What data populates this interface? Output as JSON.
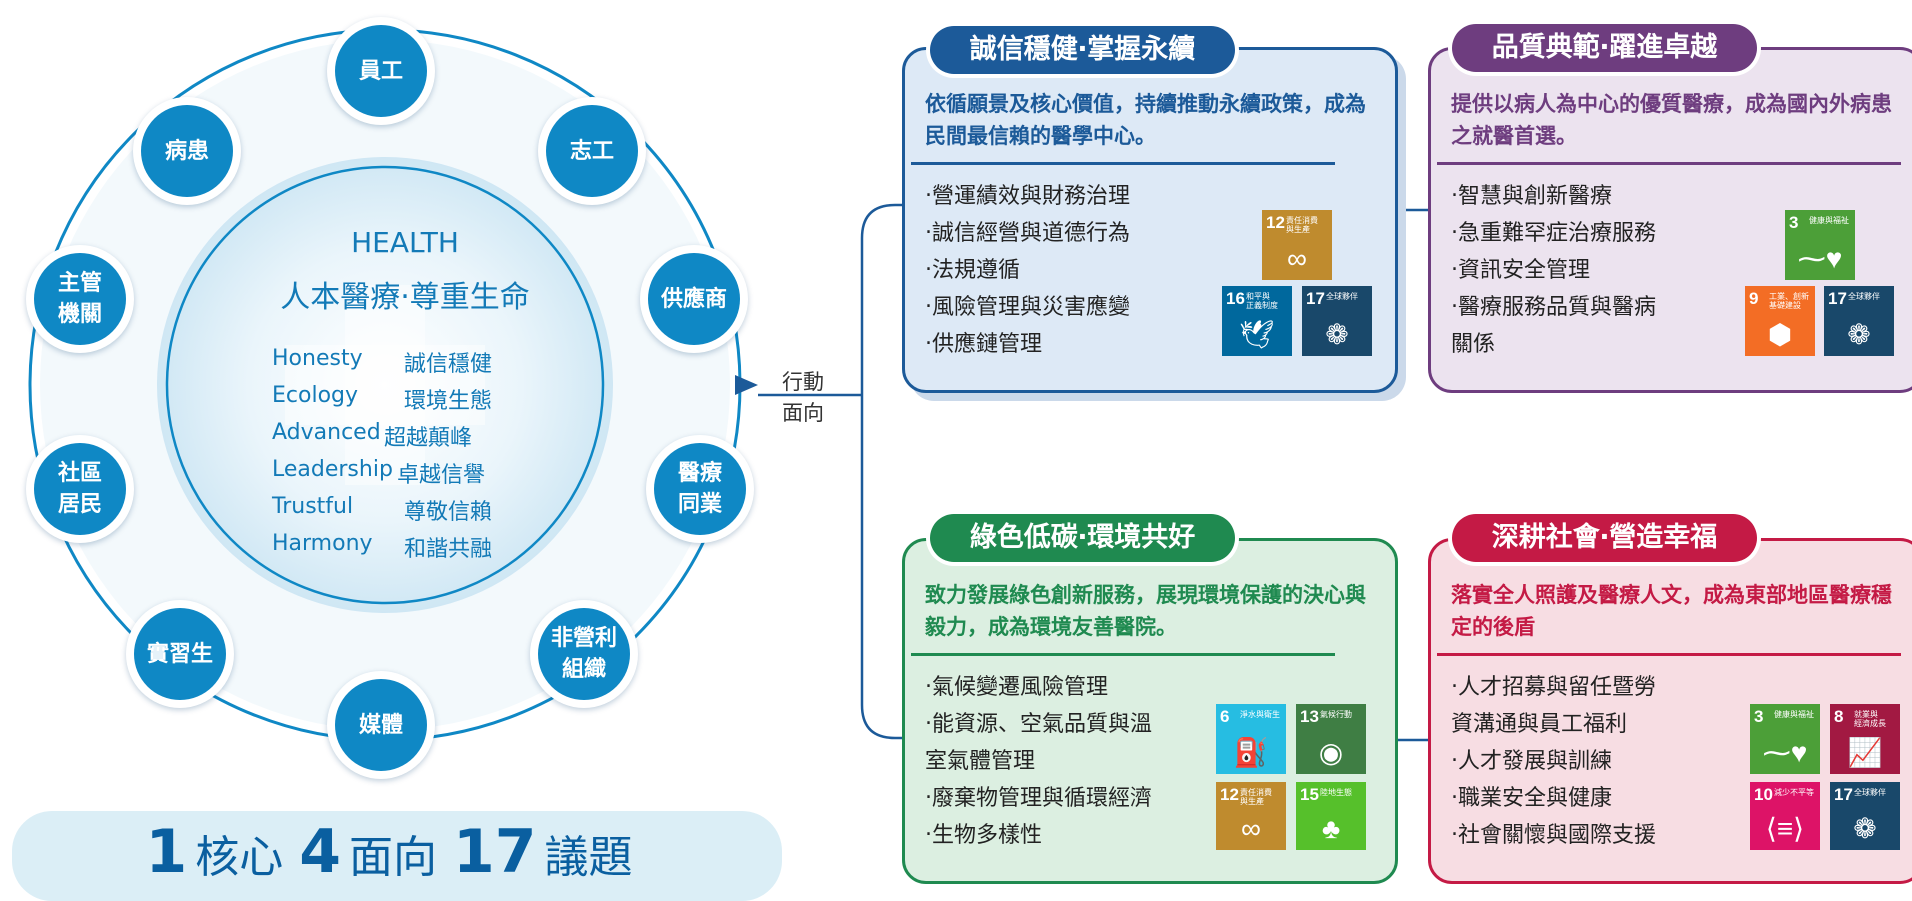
{
  "colors": {
    "blue": "#0f88c5",
    "dark_blue": "#1c5a99",
    "purple": "#6e3d7f",
    "green": "#1f8a50",
    "red": "#c41a45"
  },
  "circle": {
    "nodes": [
      {
        "label": "員工"
      },
      {
        "label": "志工"
      },
      {
        "label": "供應商"
      },
      {
        "label": "醫療\n同業"
      },
      {
        "label": "非營利\n組織"
      },
      {
        "label": "媒體"
      },
      {
        "label": "實習生"
      },
      {
        "label": "社區\n居民"
      },
      {
        "label": "主管\n機關"
      },
      {
        "label": "病患"
      }
    ],
    "title": "HEALTH",
    "subtitle": "人本醫療‧尊重生命",
    "values": [
      {
        "en": "Honesty",
        "zh": "誠信穩健"
      },
      {
        "en": "Ecology",
        "zh": "環境生態"
      },
      {
        "en": "Advanced",
        "zh": "超越顛峰"
      },
      {
        "en": "Leadership",
        "zh": "卓越信譽"
      },
      {
        "en": "Trustful",
        "zh": "尊敬信賴"
      },
      {
        "en": "Harmony",
        "zh": "和諧共融"
      }
    ]
  },
  "action_label": "行動\n面向",
  "banner": {
    "n1": "1",
    "l1": "核心",
    "n2": "4",
    "l2": "面向",
    "n3": "17",
    "l3": "議題"
  },
  "cards": [
    {
      "tag": "誠信穩健‧掌握永續",
      "description": "依循願景及核心價值，持續推動永續政策，成為民間最信賴的醫學中心。",
      "items": [
        "‧營運績效與財務治理",
        "‧誠信經營與道德行為",
        "‧法規遵循",
        "‧風險管理與災害應變",
        "‧供應鏈管理"
      ],
      "sdgs": [
        {
          "num": "12",
          "text": "責任消費\n與生產",
          "icon": "∞",
          "color": "#bf8b2e"
        },
        {
          "num": "16",
          "text": "和平與\n正義制度",
          "icon": "🕊",
          "color": "#00689d"
        },
        {
          "num": "17",
          "text": "全球夥伴",
          "icon": "❁",
          "color": "#19486a"
        }
      ]
    },
    {
      "tag": "品質典範‧躍進卓越",
      "description": "提供以病人為中心的優質醫療，成為國內外病患之就醫首選。",
      "items": [
        "‧智慧與創新醫療",
        "‧急重難罕症治療服務",
        "‧資訊安全管理",
        "‧醫療服務品質與醫病\n  關係"
      ],
      "sdgs": [
        {
          "num": "3",
          "text": "健康與福祉",
          "icon": "⁓♥",
          "color": "#4c9f38"
        },
        {
          "num": "9",
          "text": "工業、創新\n基礎建設",
          "icon": "⬢",
          "color": "#f36d25"
        },
        {
          "num": "17",
          "text": "全球夥伴",
          "icon": "❁",
          "color": "#19486a"
        }
      ]
    },
    {
      "tag": "綠色低碳‧環境共好",
      "description": "致力發展綠色創新服務，展現環境保護的決心與毅力，成為環境友善醫院。",
      "items": [
        "‧氣候變遷風險管理",
        "‧能資源、空氣品質與溫\n  室氣體管理",
        "‧廢棄物管理與循環經濟",
        "‧生物多樣性"
      ],
      "sdgs": [
        {
          "num": "6",
          "text": "淨水與衛生",
          "icon": "⛽",
          "color": "#26bde2"
        },
        {
          "num": "13",
          "text": "氣候行動",
          "icon": "◉",
          "color": "#3f7e44"
        },
        {
          "num": "12",
          "text": "責任消費\n與生產",
          "icon": "∞",
          "color": "#bf8b2e"
        },
        {
          "num": "15",
          "text": "陸地生態",
          "icon": "♣",
          "color": "#56c02b"
        }
      ]
    },
    {
      "tag": "深耕社會‧營造幸福",
      "description": "落實全人照護及醫療人文，成為東部地區醫療穩定的後盾",
      "items": [
        "‧人才招募與留任暨勞\n  資溝通與員工福利",
        "‧人才發展與訓練",
        "‧職業安全與健康",
        "‧社會關懷與國際支援"
      ],
      "sdgs": [
        {
          "num": "3",
          "text": "健康與福祉",
          "icon": "⁓♥",
          "color": "#4c9f38"
        },
        {
          "num": "8",
          "text": "就業與\n經濟成長",
          "icon": "📈",
          "color": "#a21942"
        },
        {
          "num": "10",
          "text": "減少不平等",
          "icon": "⟨≡⟩",
          "color": "#dd1367"
        },
        {
          "num": "17",
          "text": "全球夥伴",
          "icon": "❁",
          "color": "#19486a"
        }
      ]
    }
  ]
}
